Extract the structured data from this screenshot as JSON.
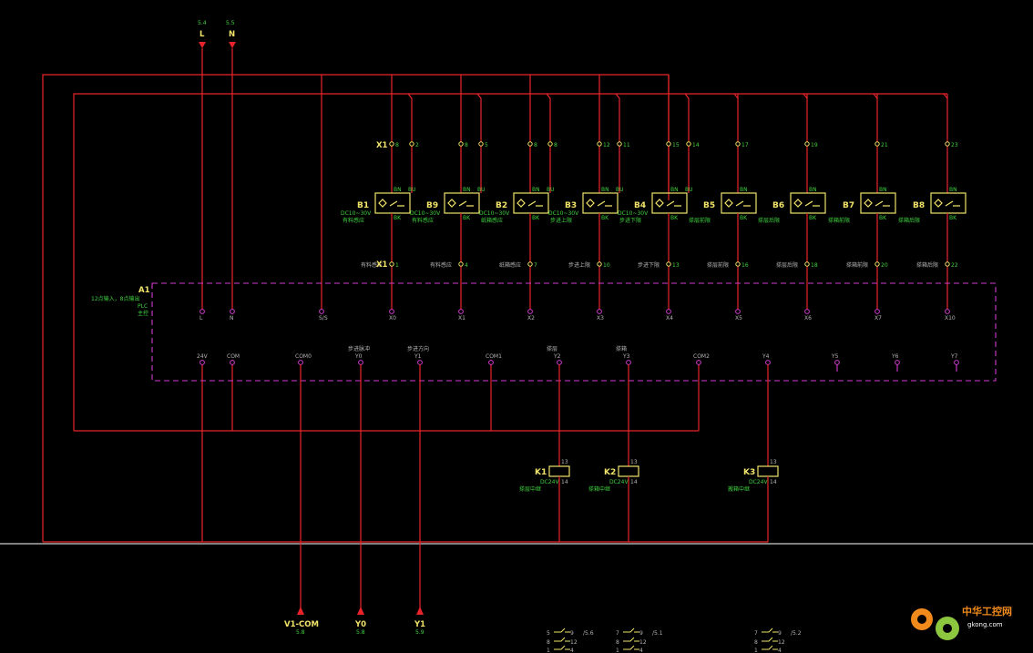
{
  "inputs": {
    "L": {
      "label": "L",
      "ref": "5.4"
    },
    "N": {
      "label": "N",
      "ref": "5.5"
    }
  },
  "terminal_strip": {
    "name": "X1"
  },
  "sensors": [
    {
      "tag": "B1",
      "spec": "DC10~30V",
      "desc": "有料感应",
      "top_a": "8",
      "top_b": "2",
      "bottom": "1",
      "bottom_desc": "有料感应",
      "input": "X0"
    },
    {
      "tag": "B9",
      "spec": "DC10~30V",
      "desc": "有料感应",
      "top_a": "8",
      "top_b": "5",
      "bottom": "4",
      "bottom_desc": "有料感应",
      "input": "X1"
    },
    {
      "tag": "B2",
      "spec": "DC10~30V",
      "desc": "纸箱感应",
      "top_a": "8",
      "top_b": "8",
      "bottom": "7",
      "bottom_desc": "纸箱感应",
      "input": "X2"
    },
    {
      "tag": "B3",
      "spec": "DC10~30V",
      "desc": "步进上限",
      "top_a": "12",
      "top_b": "11",
      "bottom": "10",
      "bottom_desc": "步进上限",
      "input": "X3"
    },
    {
      "tag": "B4",
      "spec": "DC10~30V",
      "desc": "步进下限",
      "top_a": "15",
      "top_b": "14",
      "bottom": "13",
      "bottom_desc": "步进下限",
      "input": "X4"
    },
    {
      "tag": "B5",
      "spec": "",
      "desc": "搽层前限",
      "top_a": "17",
      "top_b": "",
      "bottom": "16",
      "bottom_desc": "搽层前限",
      "input": "X5"
    },
    {
      "tag": "B6",
      "spec": "",
      "desc": "搽层后限",
      "top_a": "19",
      "top_b": "",
      "bottom": "18",
      "bottom_desc": "搽层后限",
      "input": "X6"
    },
    {
      "tag": "B7",
      "spec": "",
      "desc": "搽箱前限",
      "top_a": "21",
      "top_b": "",
      "bottom": "20",
      "bottom_desc": "搽箱前限",
      "input": "X7"
    },
    {
      "tag": "B8",
      "spec": "",
      "desc": "搽箱后限",
      "top_a": "23",
      "top_b": "",
      "bottom": "22",
      "bottom_desc": "搽箱后限",
      "input": "X10"
    }
  ],
  "plc": {
    "tag": "A1",
    "desc_line1": "12点输入，8点输出",
    "desc_line2": "PLC",
    "desc_line3": "主控",
    "top_terms": [
      "L",
      "N",
      "S/S",
      "X0",
      "X1",
      "X2",
      "X3",
      "X4",
      "X5",
      "X6",
      "X7",
      "X10"
    ],
    "bottom_terms": [
      "24V",
      "COM",
      "COM0",
      "Y0",
      "Y1",
      "COM1",
      "Y2",
      "Y3",
      "COM2",
      "Y4",
      "Y5",
      "Y6",
      "Y7"
    ],
    "bottom_descs": [
      "",
      "",
      "",
      "步进脉冲",
      "步进方向",
      "",
      "搽层",
      "搽箱",
      "",
      "",
      "",
      "",
      ""
    ]
  },
  "relays": [
    {
      "tag": "K1",
      "spec": "DC24V",
      "desc": "搽层中继",
      "a1": "13",
      "a2": "14"
    },
    {
      "tag": "K2",
      "spec": "DC24V",
      "desc": "搽箱中继",
      "a1": "13",
      "a2": "14"
    },
    {
      "tag": "K3",
      "spec": "DC24V",
      "desc": "搬箱中继",
      "a1": "13",
      "a2": "14"
    }
  ],
  "outputs": [
    {
      "label": "V1-COM",
      "ref": "5.8"
    },
    {
      "label": "Y0",
      "ref": "5.8"
    },
    {
      "label": "Y1",
      "ref": "5.9"
    }
  ],
  "contact_blocks": [
    {
      "row1_left": "5",
      "row1_right": "9",
      "row1_ref": "/5.6",
      "row2_left": "8",
      "row2_right": "12",
      "row3_left": "1",
      "row3_right": "4"
    },
    {
      "row1_left": "7",
      "row1_right": "9",
      "row1_ref": "/5.1",
      "row2_left": "8",
      "row2_right": "12",
      "row3_left": "1",
      "row3_right": "4"
    },
    {
      "row1_left": "7",
      "row1_right": "9",
      "row1_ref": "/5.2",
      "row2_left": "8",
      "row2_right": "12",
      "row3_left": "1",
      "row3_right": "4"
    }
  ],
  "watermark": {
    "line1": "中华工控网",
    "line2": "gkong.com"
  },
  "colors": {
    "wire": "#e8242a",
    "plc_border": "#d23ad2",
    "component": "#f1e36a",
    "text_green": "#3fd23f",
    "background": "#000000"
  }
}
